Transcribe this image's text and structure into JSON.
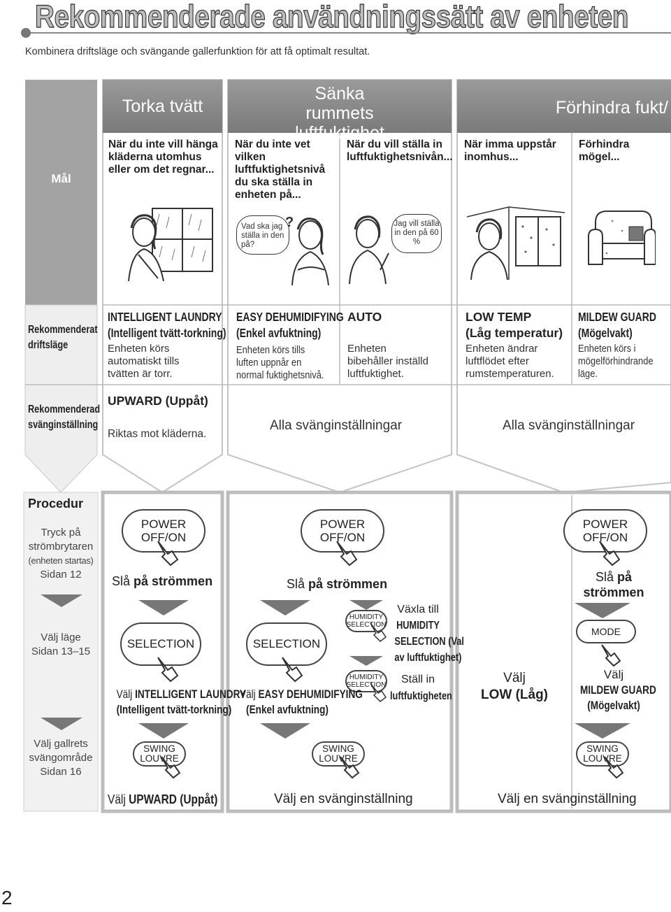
{
  "title": "Rekommenderade användningssätt av enheten",
  "subtitle": "Kombinera driftsläge och svängande gallerfunktion för att få optimalt resultat.",
  "headers": {
    "torka": "Torka tvätt",
    "sanka": "Sänka rummets luftfuktighet",
    "forhindra": "Förhindra fukt/"
  },
  "row_labels": {
    "mal": "Mål",
    "mode_1": "Rekommenderat",
    "mode_2": "driftsläge",
    "swing_1": "Rekommenderad",
    "swing_2": "svänginställning",
    "procedur": "Procedur"
  },
  "goals": [
    "När du inte vill hänga kläderna utomhus eller om det regnar...",
    "När du inte vet vilken luftfuktighetsnivå du ska ställa in enheten på...",
    "När du vill ställa in luftfuktighetsnivån...",
    "När imma uppstår inomhus...",
    "Förhindra mögel..."
  ],
  "bubbles": {
    "b1": "Vad ska jag ställa in den på?",
    "b2": "Jag vill ställa in den på 60 %"
  },
  "modes": [
    {
      "name": "INTELLIGENT LAUNDRY",
      "sub": "(Intelligent tvätt-torkning)",
      "desc": [
        "Enheten körs",
        "automatiskt tills",
        "tvätten är torr."
      ]
    },
    {
      "name": "EASY DEHUMIDIFYING",
      "sub": "(Enkel avfuktning)",
      "desc": [
        "Enheten körs tills",
        "luften uppnår en",
        "normal fuktighetsnivå."
      ]
    },
    {
      "name": "AUTO",
      "sub": "",
      "desc": [
        "Enheten",
        "bibehåller inställd",
        "luftfuktighet."
      ]
    },
    {
      "name": "LOW TEMP",
      "sub": "(Låg temperatur)",
      "desc": [
        "Enheten ändrar",
        "luftflödet efter",
        "rumstemperaturen."
      ]
    },
    {
      "name": "MILDEW GUARD",
      "sub": "(Mögelvakt)",
      "desc": [
        "Enheten körs i",
        "mögelförhindrande",
        "läge."
      ]
    }
  ],
  "swing": {
    "upward": "UPWARD (Uppåt)",
    "upward_desc": "Riktas mot kläderna.",
    "all_1": "Alla svänginställningar",
    "all_2": "Alla svänginställningar"
  },
  "procedure_side": {
    "p1": [
      "Tryck på",
      "strömbrytaren",
      "(enheten startas)",
      "Sidan 12"
    ],
    "p2": [
      "Välj läge",
      "Sidan 13–15"
    ],
    "p3": [
      "Välj gallrets",
      "svängområde",
      "Sidan 16"
    ]
  },
  "buttons": {
    "power": "POWER",
    "offon": "OFF/ON",
    "selection": "SELECTION",
    "humidity": "HUMIDITY",
    "hum_sel": "SELECTION",
    "swing": "SWING",
    "louvre": "LOUVRE",
    "mode": "MODE"
  },
  "steps": {
    "sla": "Slå",
    "pa_strommen": "på strömmen",
    "valj": "Välj",
    "valj_il_1": "INTELLIGENT LAUNDRY",
    "valj_il_2": "(Intelligent tvätt-torkning)",
    "valj_ed_1": "EASY DEHUMIDIFYING",
    "valj_ed_2": "(Enkel avfuktning)",
    "vaxla_1": "Växla till",
    "vaxla_2": "HUMIDITY",
    "vaxla_3": "SELECTION (Val",
    "vaxla_4": "av luftfuktighet)",
    "stall_1": "Ställ in",
    "stall_2": "luftfuktigheten",
    "low": "LOW (Låg)",
    "valj_mg_1": "MILDEW GUARD",
    "valj_mg_2": "(Mögelvakt)",
    "swing_1": "UPWARD (Uppåt)",
    "swing_2": "Välj en svänginställning",
    "swing_3": "Välj en svänginställning",
    "pa": "på",
    "strommen": "strömmen"
  },
  "page_number": "2"
}
